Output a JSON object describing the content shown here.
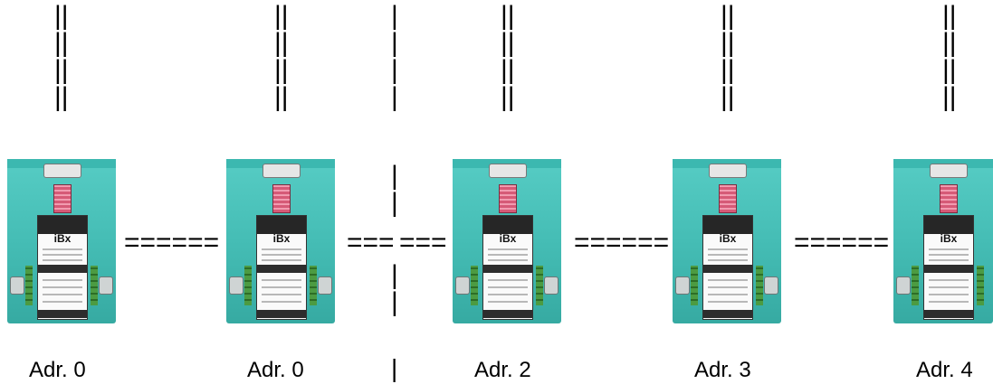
{
  "wires": [
    "||",
    "||",
    "||",
    "||"
  ],
  "split_bar": "|",
  "link": "======",
  "link_split_left": "===",
  "link_split_right": "===",
  "module_brand": "iBx",
  "modules": [
    {
      "label": "Adr. 0"
    },
    {
      "label": "Adr. 0"
    },
    {
      "label": "Adr. 2"
    },
    {
      "label": "Adr. 3"
    },
    {
      "label": "Adr. 4"
    }
  ]
}
